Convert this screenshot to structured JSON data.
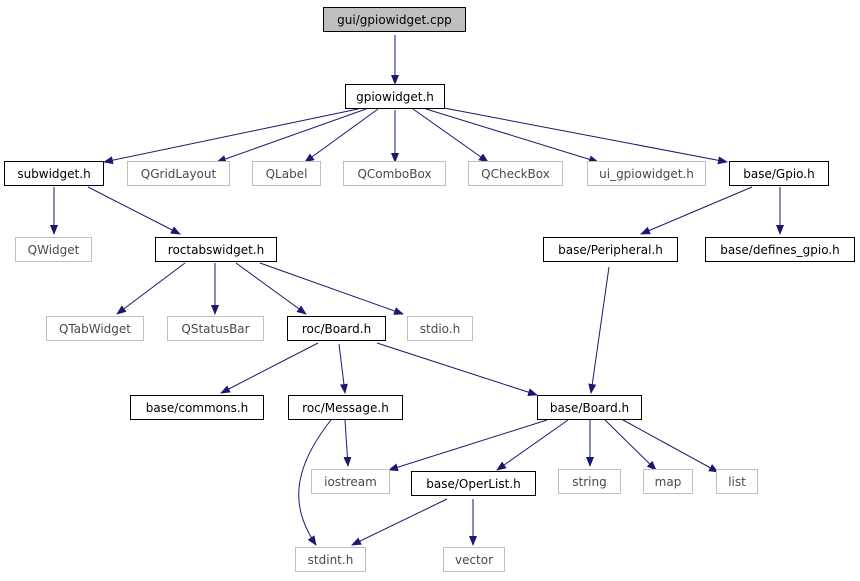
{
  "colors": {
    "edge": "#191970",
    "local_border": "#000000",
    "external_border": "#bfbfbf",
    "root_fill": "#bfbfbf"
  },
  "nodes": {
    "gpiowidget_cpp": "gui/gpiowidget.cpp",
    "gpiowidget_h": "gpiowidget.h",
    "subwidget_h": "subwidget.h",
    "qgridlayout": "QGridLayout",
    "qlabel": "QLabel",
    "qcombobox": "QComboBox",
    "qcheckbox": "QCheckBox",
    "ui_gpiowidget_h": "ui_gpiowidget.h",
    "base_gpio_h": "base/Gpio.h",
    "qwidget": "QWidget",
    "roctabswidget_h": "roctabswidget.h",
    "base_peripheral_h": "base/Peripheral.h",
    "base_defines_gpio_h": "base/defines_gpio.h",
    "qtabwidget": "QTabWidget",
    "qstatusbar": "QStatusBar",
    "roc_board_h": "roc/Board.h",
    "stdio_h": "stdio.h",
    "base_commons_h": "base/commons.h",
    "roc_message_h": "roc/Message.h",
    "base_board_h": "base/Board.h",
    "iostream": "iostream",
    "base_operlist_h": "base/OperList.h",
    "string": "string",
    "map": "map",
    "list": "list",
    "stdint_h": "stdint.h",
    "vector": "vector"
  }
}
